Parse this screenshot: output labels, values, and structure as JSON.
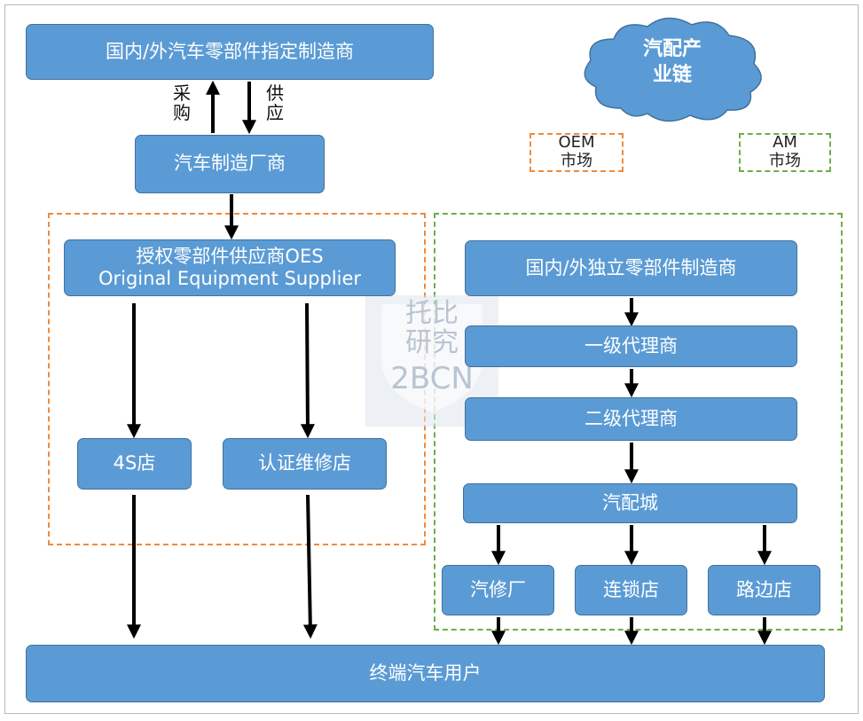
{
  "nodes": {
    "designated_mfr": "国内/外汽车零部件指定制造商",
    "car_mfr": "汽车制造厂商",
    "oes_line1": "授权零部件供应商OES",
    "oes_line2": "Original Equipment Supplier",
    "store_4s": "4S店",
    "certified_repair": "认证维修店",
    "independent_mfr": "国内/外独立零部件制造商",
    "agent_level1": "一级代理商",
    "agent_level2": "二级代理商",
    "parts_city": "汽配城",
    "repair_shop": "汽修厂",
    "chain_store": "连锁店",
    "roadside_store": "路边店",
    "end_user": "终端汽车用户"
  },
  "labels": {
    "purchase": "采购",
    "supply": "供应"
  },
  "cloud": {
    "line1": "汽配产",
    "line2": "业链"
  },
  "legend": {
    "oem_line1": "OEM",
    "oem_line2": "市场",
    "am_line1": "AM",
    "am_line2": "市场"
  },
  "watermark": {
    "line1": "托比",
    "line2": "研究",
    "line3": "2BCN"
  },
  "colors": {
    "box_fill": "#5b9bd5",
    "box_border": "#41719c",
    "oem_border": "#f08a3c",
    "am_border": "#70ad47",
    "arrow": "#000000"
  }
}
